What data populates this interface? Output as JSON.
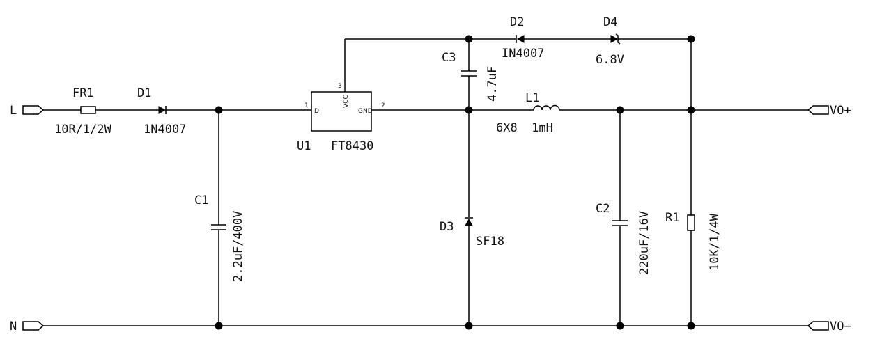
{
  "ports": {
    "L": "L",
    "N": "N",
    "vo_plus": "VO+",
    "vo_minus": "VO−"
  },
  "components": {
    "FR1": {
      "ref": "FR1",
      "value": "10R/1/2W"
    },
    "D1": {
      "ref": "D1",
      "value": "1N4007"
    },
    "C1": {
      "ref": "C1",
      "value": "2.2uF/400V"
    },
    "U1": {
      "ref": "U1",
      "value": "FT8430",
      "pin_d": "D",
      "pin_vcc": "VCC",
      "pin_gnd": "GND",
      "pin1": "1",
      "pin2": "2",
      "pin3": "3"
    },
    "C3": {
      "ref": "C3",
      "value": "4.7uF"
    },
    "D2": {
      "ref": "D2",
      "value": "IN4007"
    },
    "D4": {
      "ref": "D4",
      "value": "6.8V"
    },
    "L1": {
      "ref": "L1",
      "value": "6X8  1mH"
    },
    "D3": {
      "ref": "D3",
      "value": "SF18"
    },
    "C2": {
      "ref": "C2",
      "value": "220uF/16V"
    },
    "R1": {
      "ref": "R1",
      "value": "10K/1/4W"
    }
  }
}
